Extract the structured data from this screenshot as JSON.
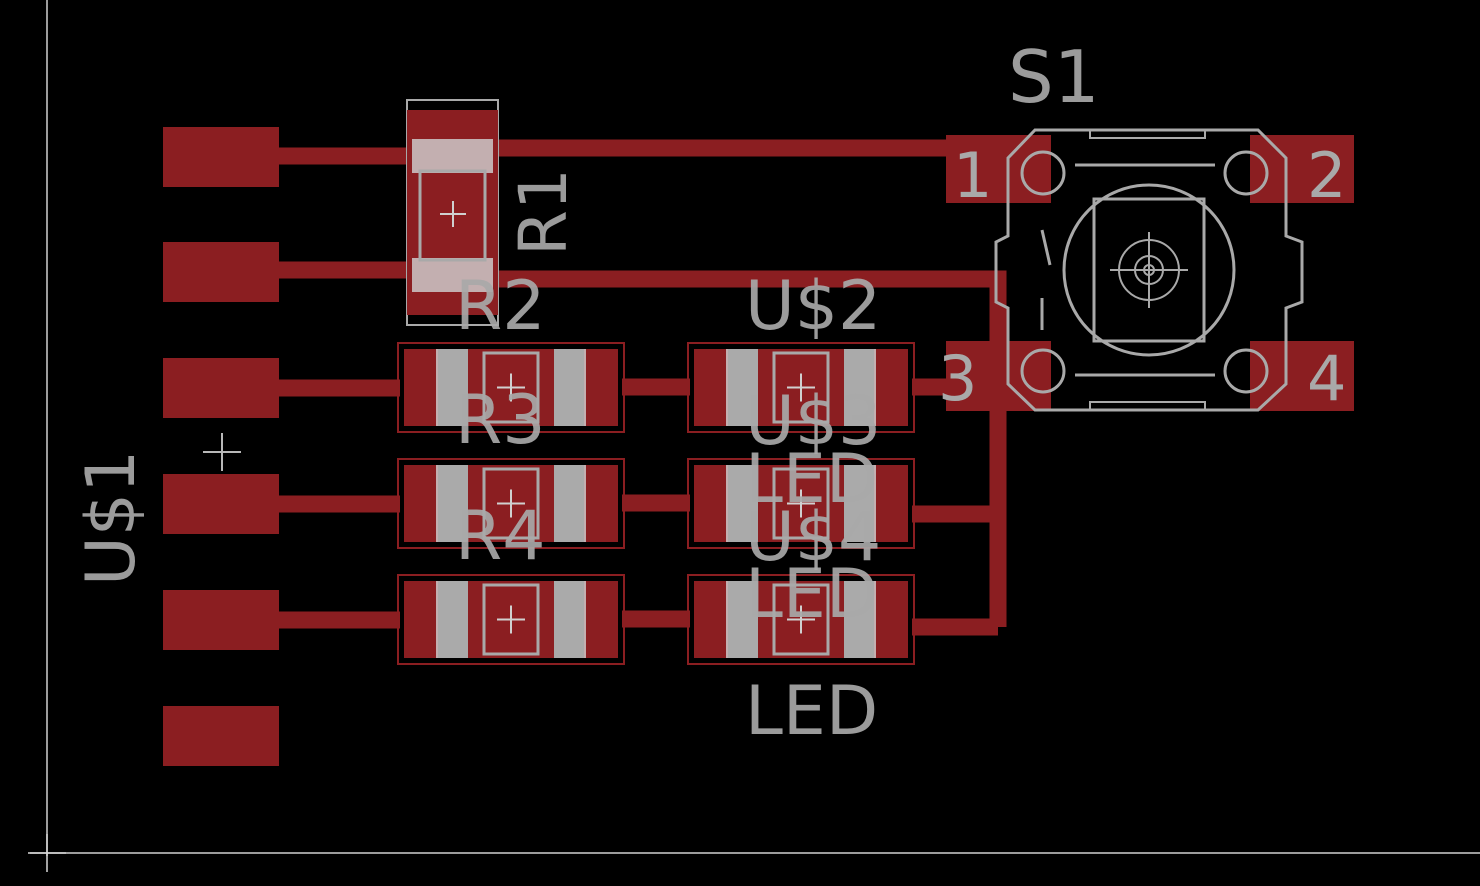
{
  "board": {
    "components": {
      "usb": "U$1",
      "r1": "R1",
      "r2": "R2",
      "r3": "R3",
      "r4": "R4",
      "led2": "U$2",
      "led3": "U$3",
      "led4": "U$4",
      "led_value": "LED",
      "switch": "S1"
    },
    "switch_pins": [
      "1",
      "2",
      "3",
      "4"
    ]
  },
  "colors": {
    "background": "#000000",
    "copper": "#8b1e21",
    "silkscreen": "#a9a9a9"
  }
}
